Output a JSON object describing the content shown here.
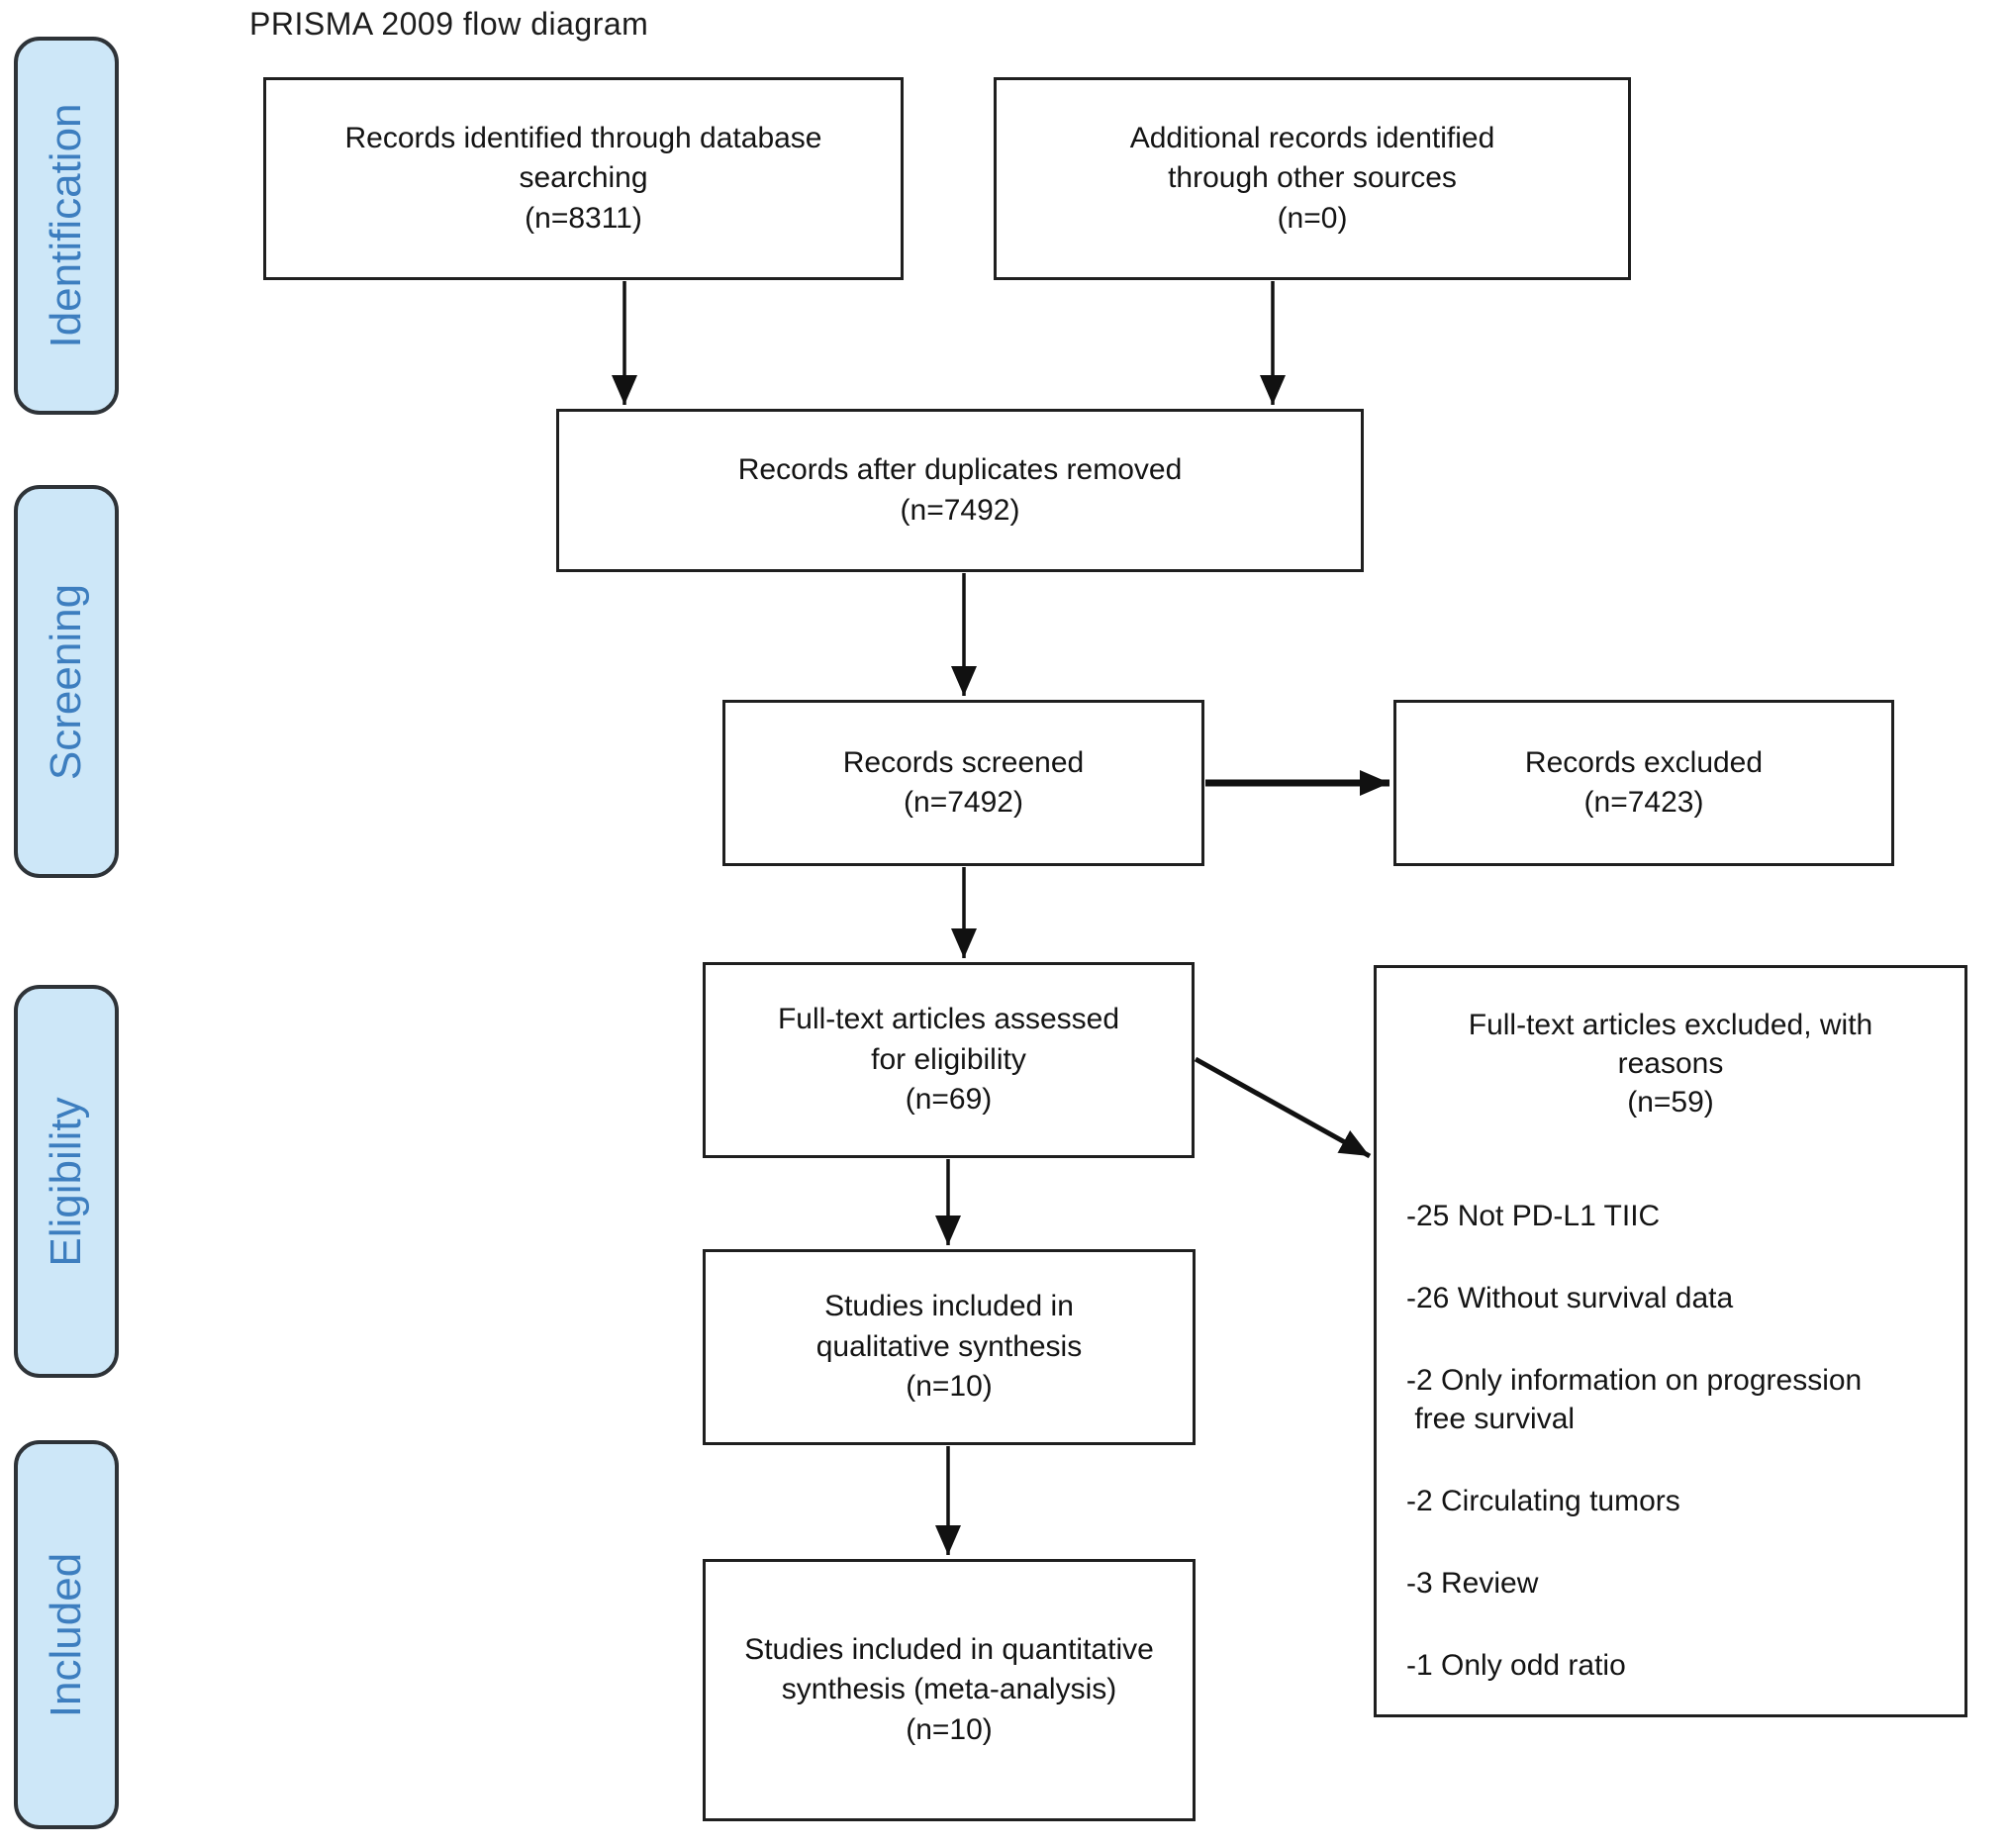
{
  "title": "PRISMA 2009 flow diagram",
  "stages": [
    {
      "label": "Identification"
    },
    {
      "label": "Screening"
    },
    {
      "label": "Eligibility"
    },
    {
      "label": "Included"
    }
  ],
  "boxes": {
    "identified": {
      "text": "Records identified through database\nsearching\n(n=8311)"
    },
    "additional": {
      "text": "Additional records identified\nthrough other sources\n(n=0)"
    },
    "duplicates": {
      "text": "Records after duplicates removed\n(n=7492)"
    },
    "screened": {
      "text": "Records screened\n(n=7492)"
    },
    "excluded": {
      "text": "Records excluded\n(n=7423)"
    },
    "fulltext": {
      "text": "Full-text articles assessed\nfor eligibility\n(n=69)"
    },
    "fulltext_excluded": {
      "title": "Full-text articles excluded, with\nreasons\n(n=59)",
      "reasons": [
        "-25 Not PD-L1 TIIC",
        "-26 Without survival data",
        "-2 Only information on progression\n free survival",
        "-2 Circulating tumors",
        "-3 Review",
        "-1 Only odd ratio"
      ]
    },
    "qualitative": {
      "text": "Studies included in\nqualitative synthesis\n(n=10)"
    },
    "quantitative": {
      "text": "Studies included in quantitative\nsynthesis (meta-analysis)\n(n=10)"
    }
  },
  "colors": {
    "stage_fill": "#cde7f8",
    "stage_text": "#3d7ebf",
    "stage_border": "#2e3338",
    "box_border": "#1f1f1f",
    "box_text": "#141414",
    "arrow": "#111111",
    "background": "#ffffff"
  }
}
